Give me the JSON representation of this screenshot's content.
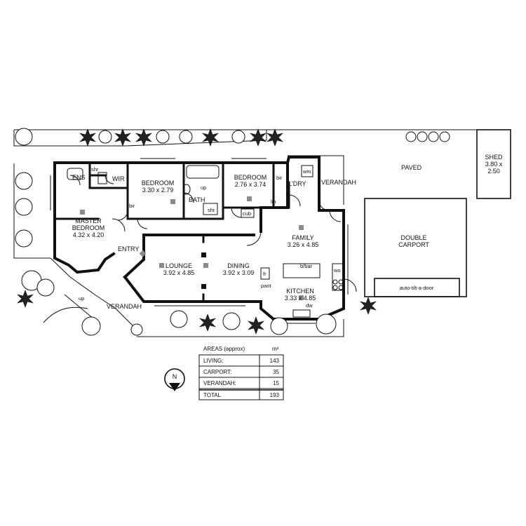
{
  "rooms": {
    "ens": "ENS",
    "wir": "WIR",
    "master_name_1": "MASTER",
    "master_name_2": "BEDROOM",
    "master_size": "4.32 x 4.20",
    "bed2_name": "BEDROOM",
    "bed2_size": "3.30 x 2.79",
    "bath": "BATH",
    "bed3_name": "BEDROOM",
    "bed3_size": "2.76 x 3.74",
    "ldry": "L'DRY",
    "family_name": "FAMILY",
    "family_size": "3.26 x 4.85",
    "lounge_name": "LOUNGE",
    "lounge_size": "3.92 x 4.85",
    "dining_name": "DINING",
    "dining_size": "3.92 x 3.09",
    "kitchen_name": "KITCHEN",
    "kitchen_size": "3.33 x 4.85",
    "entry": "ENTRY",
    "verandah_front": "VERANDAH",
    "verandah_side": "VERANDAH",
    "paved": "PAVED",
    "shed_name": "SHED",
    "shed_size_1": "3.80 x",
    "shed_size_2": "2.50",
    "carport_1": "DOUBLE",
    "carport_2": "CARPORT",
    "door_label": "auto-tilt-a-door"
  },
  "fixtures": {
    "shr1": "shr",
    "shr2": "shr",
    "bir1": "bir",
    "bir2": "bir",
    "lin": "lin",
    "wm": "wm",
    "cub": "cub",
    "up_bath": "up",
    "up_verandah": "up",
    "bbar": "b/bar",
    "fr": "fr",
    "pant": "pant",
    "wo": "wo",
    "dw": "dw"
  },
  "areas_table": {
    "title": "AREAS (approx)",
    "unit": "m²",
    "rows": [
      {
        "label": "LIVING:",
        "value": "143"
      },
      {
        "label": "CARPORT:",
        "value": "35"
      },
      {
        "label": "VERANDAH:",
        "value": "15"
      }
    ],
    "total_label": "TOTAL",
    "total_value": "193"
  },
  "north_arrow": {
    "label": "N"
  }
}
